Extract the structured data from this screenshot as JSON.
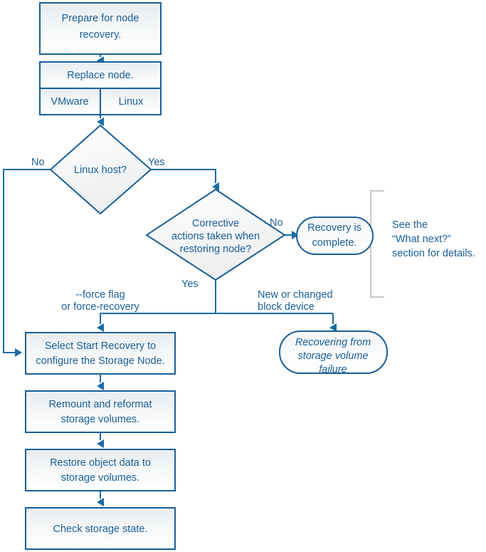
{
  "diagram": {
    "title": "Storage Node recovery flowchart",
    "colors": {
      "border": "#1a5f96",
      "text": "#1a5f96",
      "connector": "#1a6ca3",
      "box_fill_top": "#eceff1",
      "box_fill_bottom": "#fdfdfe",
      "bracket": "#cccccc",
      "background": "#ffffff"
    },
    "nodes": {
      "prepare": {
        "label_line1": "Prepare for node",
        "label_line2": "recovery.",
        "shape": "process"
      },
      "replace": {
        "label": "Replace node.",
        "shape": "process"
      },
      "vmware": {
        "label": "VMware",
        "shape": "process-cell"
      },
      "linux": {
        "label": "Linux",
        "shape": "process-cell"
      },
      "linux_host_decision": {
        "label": "Linux host?",
        "shape": "decision"
      },
      "corrective_decision": {
        "label_line1": "Corrective",
        "label_line2": "actions taken when",
        "label_line3": "restoring node?",
        "shape": "decision"
      },
      "recovery_complete": {
        "label_line1": "Recovery is",
        "label_line2": "complete.",
        "shape": "terminator"
      },
      "recovering_from_volume_failure": {
        "label_line1": "Recovering from",
        "label_line2": "storage volume",
        "label_line3": "failure",
        "shape": "terminator",
        "style": "italic"
      },
      "select_start_recovery": {
        "label_line1": "Select Start Recovery to",
        "label_line2": "configure the Storage Node.",
        "shape": "process"
      },
      "remount_reformat": {
        "label_line1": "Remount and reformat",
        "label_line2": "storage volumes.",
        "shape": "process"
      },
      "restore_object_data": {
        "label_line1": "Restore object data to",
        "label_line2": "storage volumes.",
        "shape": "process"
      },
      "check_storage_state": {
        "label": "Check storage state.",
        "shape": "process"
      }
    },
    "edge_labels": {
      "linux_host_no": "No",
      "linux_host_yes": "Yes",
      "corrective_no": "No",
      "corrective_yes": "Yes",
      "force_flag_line1": "--force flag",
      "force_flag_line2": "or force-recovery",
      "block_device_line1": "New or changed",
      "block_device_line2": "block device"
    },
    "side_note": {
      "line1": "See the",
      "line2": "“What next?”",
      "line3": "section for details."
    }
  }
}
